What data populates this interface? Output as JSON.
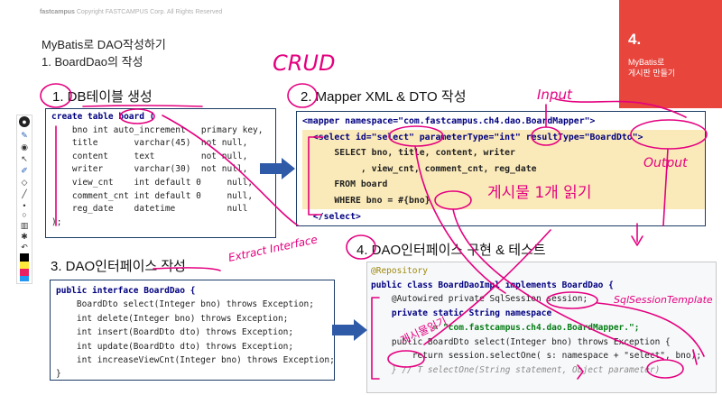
{
  "header": {
    "logo": "fastcampus",
    "copyright": "Copyright FASTCAMPUS Corp. All Rights Reserved",
    "title": "MyBatis로 DAO작성하기",
    "subtitle": "1. BoardDao의 작성"
  },
  "chapter": {
    "number": "4.",
    "line1": "MyBatis로",
    "line2": "게시판 만들기"
  },
  "sections": {
    "s1": "1. DB테이블 생성",
    "s2": "2. Mapper XML & DTO 작성",
    "s3": "3. DAO인터페이스 작성",
    "s4": "4. DAO인터페이스 구현 & 테스트"
  },
  "code1": [
    "create table board (",
    "    bno int auto_increment   primary key,",
    "    title       varchar(45)  not null,",
    "    content     text         not null,",
    "    writer      varchar(30)  not null,",
    "    view_cnt    int default 0     null,",
    "    comment_cnt int default 0     null,",
    "    reg_date    datetime          null",
    ");"
  ],
  "code2": {
    "mapper_open": "<mapper namespace=\"com.fastcampus.ch4.dao.BoardMapper\">",
    "select_open": "  <select id=\"select\" parameterType=\"int\" resultType=\"BoardDto\">",
    "sql1": "      SELECT bno, title, content, writer",
    "sql2": "           , view_cnt, comment_cnt, reg_date",
    "sql3": "      FROM board",
    "sql4": "      WHERE bno = #{bno}",
    "select_close": "  </select>"
  },
  "code3": [
    "public interface BoardDao {",
    "    BoardDto select(Integer bno) throws Exception;",
    "    int delete(Integer bno) throws Exception;",
    "    int insert(BoardDto dto) throws Exception;",
    "    int update(BoardDto dto) throws Exception;",
    "    int increaseViewCnt(Integer bno) throws Exception;",
    "}"
  ],
  "code4": {
    "l1": "@Repository",
    "l2": "public class BoardDaoImpl implements BoardDao {",
    "l3": "    @Autowired private SqlSession session;",
    "l4": "    private static String namespace",
    "l5": "            = \"com.fastcampus.ch4.dao.BoardMapper.\";",
    "l6": "",
    "l7": "    public BoardDto select(Integer bno) throws Exception {",
    "l8": "        return session.selectOne( s: namespace + \"select\", bno);",
    "l9": "    } // T selectOne(String statement, Object parameter)"
  },
  "annotations": {
    "crud": "CRUD",
    "input": "Input",
    "output": "Output",
    "read_one": "게시물 1개 읽기",
    "extract_interface": "Extract Interface",
    "sqlsession_template": "SqlSessionTemplate",
    "read_post": "게시물읽기"
  },
  "toolbar": {
    "tools": [
      "lightbulb-icon",
      "pen-icon",
      "eye-icon",
      "cursor-icon",
      "marker-icon",
      "eraser-icon",
      "highlighter-icon",
      "dot-icon",
      "circle-icon",
      "trash-icon",
      "settings-icon",
      "undo-icon",
      "save-icon"
    ],
    "colors": [
      "#000000",
      "#e91e63",
      "#ffeb3b",
      "#2196f3",
      "#4caf50",
      "#e91e63"
    ]
  },
  "colors": {
    "accent": "#e8453c",
    "ink": "#e4007f",
    "border": "#1b3b66",
    "arrow": "#2f5aa8"
  }
}
